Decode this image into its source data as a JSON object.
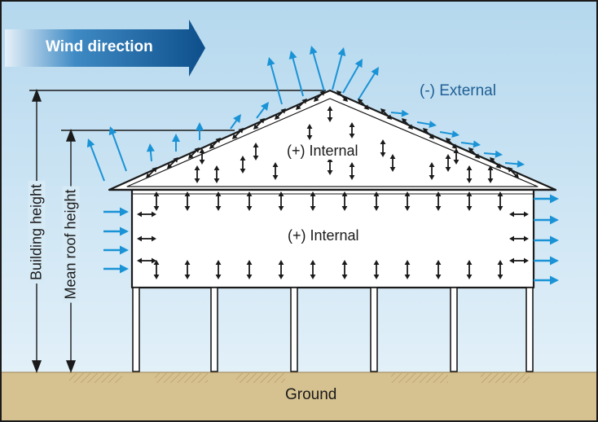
{
  "labels": {
    "wind_direction": "Wind direction",
    "external": "(-) External",
    "internal_attic": "(+) Internal",
    "internal_floor": "(+) Internal",
    "building_height": "Building height",
    "mean_roof_height": "Mean roof height",
    "ground": "Ground"
  },
  "colors": {
    "sky_top": "#b5d8ee",
    "sky_bottom": "#e8f3fa",
    "wind_arrow": "#1a93d6",
    "banner_start": "#e6f1f9",
    "banner_end": "#0d4f8b",
    "ground": "#d6c190",
    "ground_hatch": "#b59a63",
    "structure": "#1a1a1a",
    "external_text": "#1f5f95"
  },
  "icons": {
    "wind_arrow": "blue-arrow-icon",
    "pressure_arrow": "double-headed-arrow-icon"
  }
}
